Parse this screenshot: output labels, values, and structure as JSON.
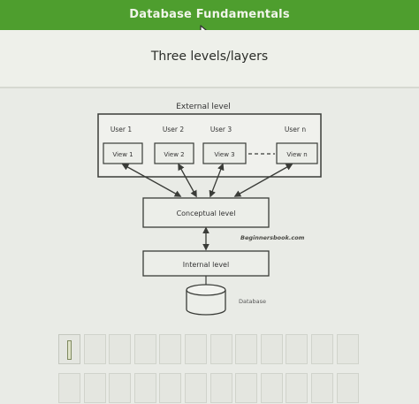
{
  "header": {
    "title": "Database Fundamentals"
  },
  "page": {
    "subtitle": "Three levels/layers"
  },
  "diagram": {
    "external_label": "External level",
    "users": [
      {
        "user": "User 1",
        "view": "View 1"
      },
      {
        "user": "User 2",
        "view": "View 2"
      },
      {
        "user": "User 3",
        "view": "View 3"
      },
      {
        "user": "User n",
        "view": "View n"
      }
    ],
    "conceptual_label": "Conceptual level",
    "internal_label": "Internal level",
    "database_label": "Database",
    "watermark": "Beginnersbook.com"
  },
  "colors": {
    "header_bg": "#4e9e2e",
    "header_text": "#f1f5ea",
    "page_bg": "#e9ebe6",
    "stroke": "#3a3c38"
  }
}
